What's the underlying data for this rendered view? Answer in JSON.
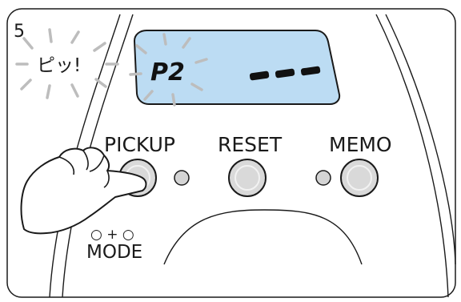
{
  "step": {
    "number": "5"
  },
  "sound": {
    "text": "ピッ!"
  },
  "display": {
    "code": "P2",
    "dashes": [
      "-",
      "-",
      "-"
    ]
  },
  "buttons": {
    "pickup": "PICKUP",
    "reset": "RESET",
    "memo": "MEMO"
  },
  "mode": {
    "combo": "○ + ○",
    "label": "MODE"
  },
  "colors": {
    "lcd": "#bcdcf3",
    "button": "#d9d9d9",
    "led": "#d4d4d4",
    "outline": "#1a1a1a"
  }
}
